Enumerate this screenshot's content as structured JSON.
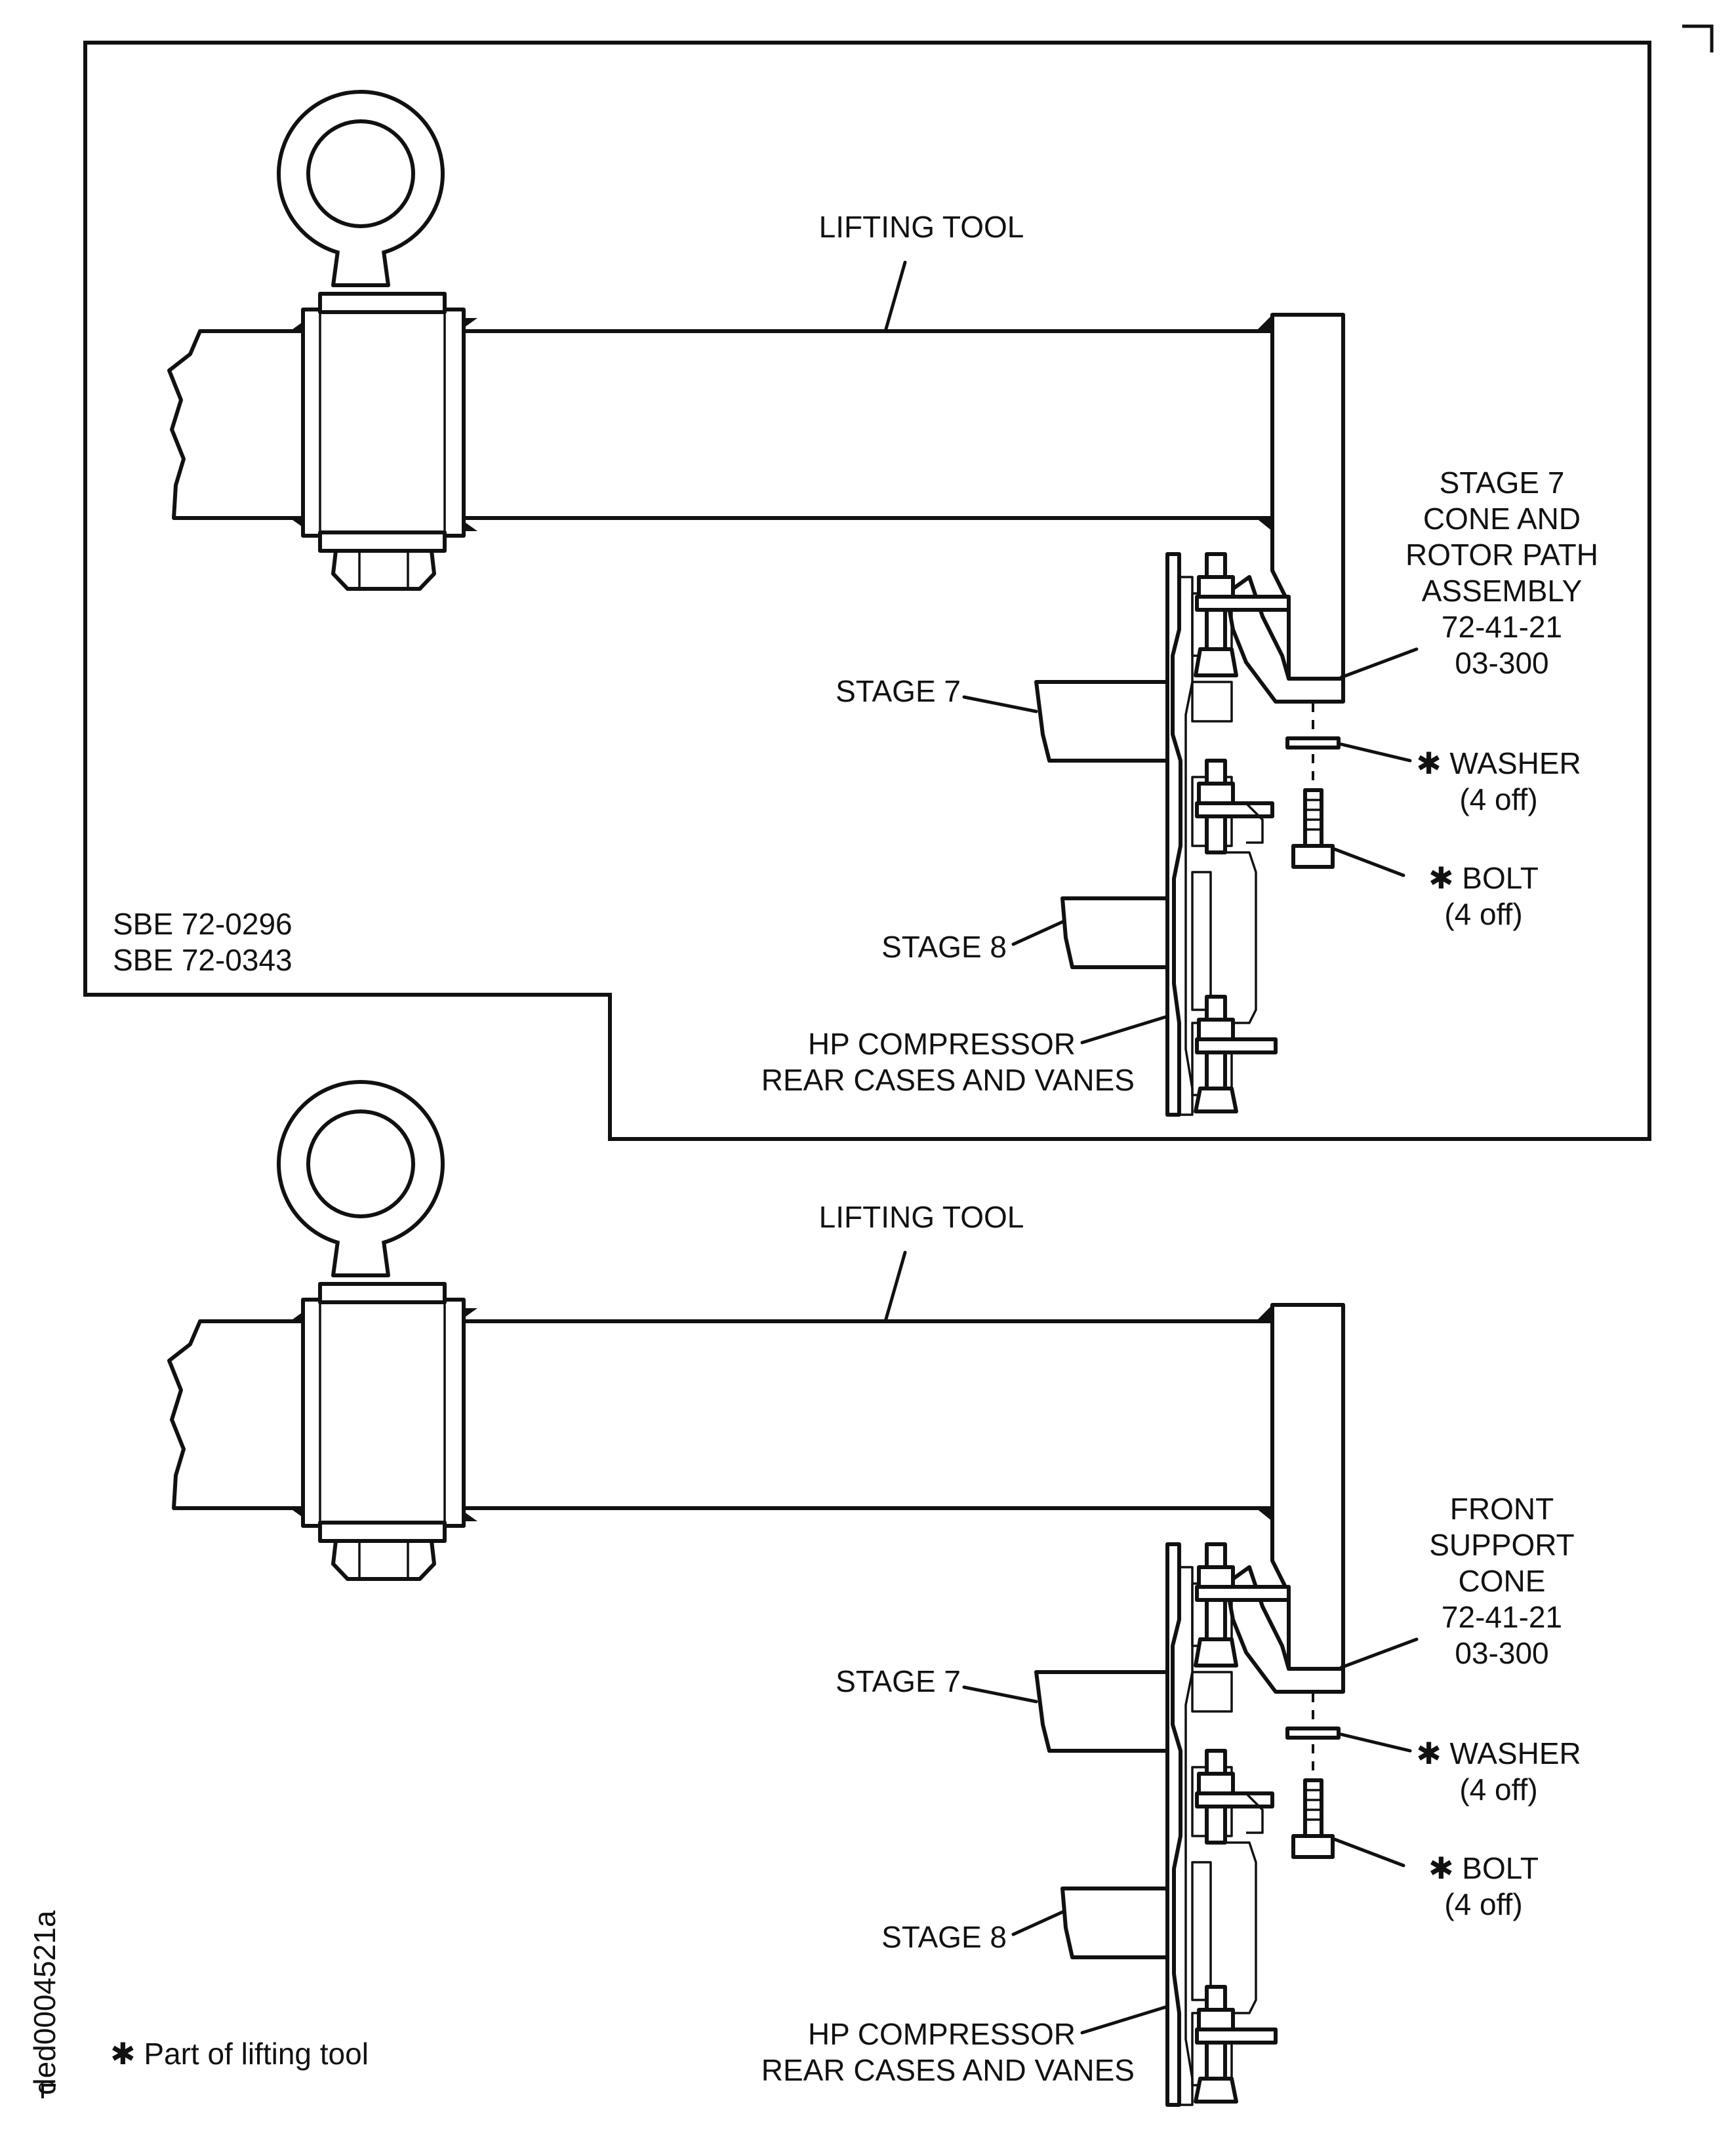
{
  "references": [
    "SBE 72-0296",
    "SBE 72-0343"
  ],
  "figure_id": "ded0004521a",
  "footnote": "✱ Part of lifting tool",
  "views": [
    {
      "lifting_tool": "LIFTING TOOL",
      "cone_label": [
        "STAGE 7",
        "CONE AND",
        "ROTOR PATH",
        "ASSEMBLY",
        "72-41-21",
        "03-300"
      ],
      "stage7": "STAGE 7",
      "stage8": "STAGE 8",
      "washer": [
        "✱ WASHER",
        "(4 off)"
      ],
      "bolt": [
        "✱ BOLT",
        "(4 off)"
      ],
      "hp_compressor": [
        "HP COMPRESSOR",
        "REAR CASES AND VANES"
      ]
    },
    {
      "lifting_tool": "LIFTING TOOL",
      "cone_label": [
        "FRONT",
        "SUPPORT",
        "CONE",
        "72-41-21",
        "03-300"
      ],
      "stage7": "STAGE 7",
      "stage8": "STAGE 8",
      "washer": [
        "✱ WASHER",
        "(4 off)"
      ],
      "bolt": [
        "✱ BOLT",
        "(4 off)"
      ],
      "hp_compressor": [
        "HP COMPRESSOR",
        "REAR CASES AND VANES"
      ]
    }
  ]
}
